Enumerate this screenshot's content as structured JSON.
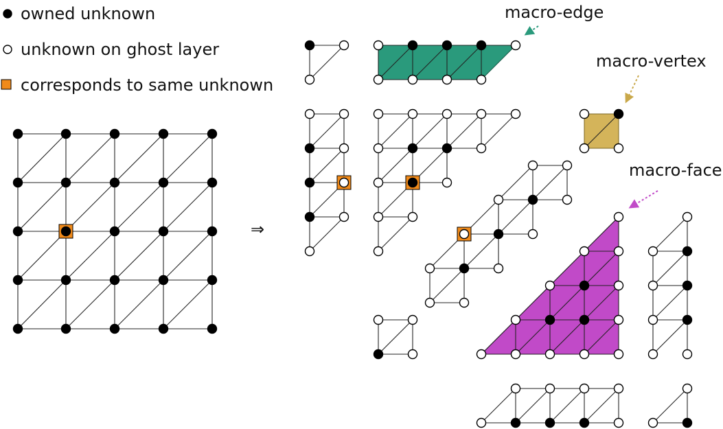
{
  "legend": {
    "owned": "owned unknown",
    "ghost": "unknown on ghost layer",
    "same": "corresponds to same unknown"
  },
  "arrow_symbol": "⇒",
  "labels": {
    "edge": "macro-edge",
    "vertex": "macro-vertex",
    "face": "macro-face"
  },
  "colors": {
    "edge": "#2a9a7c",
    "vertex": "#d4b45a",
    "face": "#c14ac8",
    "marker": "#f08a1a",
    "line": "#222222"
  }
}
